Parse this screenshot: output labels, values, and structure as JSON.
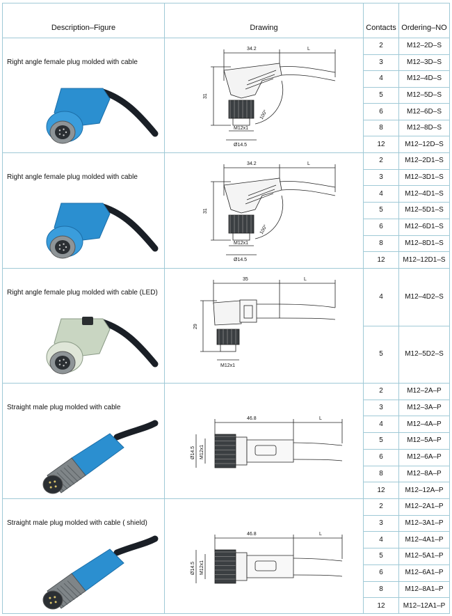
{
  "header": {
    "description": "Description–Figure",
    "drawing": "Drawing",
    "contacts": "Contacts",
    "ordering": "Ordering–NO"
  },
  "colors": {
    "grid": "#9fc9d6",
    "plug_blue": "#2b8fd0",
    "cable": "#1a1f26",
    "metal": "#8e9497",
    "led_body": "#c9d6c2"
  },
  "sections": [
    {
      "description": "Right angle female plug molded with cable",
      "photo_icon": "right-angle-female-plug-photo",
      "dims": {
        "length": "34.2",
        "cable": "L",
        "height": "31",
        "angle": "100°",
        "thread": "M12x1",
        "diameter": "Ø14.5"
      },
      "rows": [
        {
          "contacts": "2",
          "ordering": "M12–2D–S"
        },
        {
          "contacts": "3",
          "ordering": "M12–3D–S"
        },
        {
          "contacts": "4",
          "ordering": "M12–4D–S"
        },
        {
          "contacts": "5",
          "ordering": "M12–5D–S"
        },
        {
          "contacts": "6",
          "ordering": "M12–6D–S"
        },
        {
          "contacts": "8",
          "ordering": "M12–8D–S"
        },
        {
          "contacts": "12",
          "ordering": "M12–12D–S"
        }
      ]
    },
    {
      "description": "Right angle female plug  molded with cable",
      "photo_icon": "right-angle-female-plug-photo",
      "dims": {
        "length": "34.2",
        "cable": "L",
        "height": "31",
        "angle": "100°",
        "thread": "M12x1",
        "diameter": "Ø14.5"
      },
      "rows": [
        {
          "contacts": "2",
          "ordering": "M12–2D1–S"
        },
        {
          "contacts": "3",
          "ordering": "M12–3D1–S"
        },
        {
          "contacts": "4",
          "ordering": "M12–4D1–S"
        },
        {
          "contacts": "5",
          "ordering": "M12–5D1–S"
        },
        {
          "contacts": "6",
          "ordering": "M12–6D1–S"
        },
        {
          "contacts": "8",
          "ordering": "M12–8D1–S"
        },
        {
          "contacts": "12",
          "ordering": "M12–12D1–S"
        }
      ]
    },
    {
      "description": "Right angle female plug molded with cable (LED)",
      "photo_icon": "led-female-plug-photo",
      "dims": {
        "length": "35",
        "cable": "L",
        "height": "29",
        "thread": "M12x1"
      },
      "rows": [
        {
          "contacts": "4",
          "ordering": "M12–4D2–S"
        },
        {
          "contacts": "5",
          "ordering": "M12–5D2–S"
        }
      ]
    },
    {
      "description": "Straight  male plug molded with cable",
      "photo_icon": "straight-male-plug-photo",
      "dims": {
        "length": "46.8",
        "cable": "L",
        "diameter": "Ø14.5",
        "thread": "M12x1"
      },
      "rows": [
        {
          "contacts": "2",
          "ordering": "M12–2A–P"
        },
        {
          "contacts": "3",
          "ordering": "M12–3A–P"
        },
        {
          "contacts": "4",
          "ordering": "M12–4A–P"
        },
        {
          "contacts": "5",
          "ordering": "M12–5A–P"
        },
        {
          "contacts": "6",
          "ordering": "M12–6A–P"
        },
        {
          "contacts": "8",
          "ordering": "M12–8A–P"
        },
        {
          "contacts": "12",
          "ordering": "M12–12A–P"
        }
      ]
    },
    {
      "description": "Straight male plug molded with cable ( shield)",
      "photo_icon": "straight-male-plug-photo",
      "dims": {
        "length": "46.8",
        "cable": "L",
        "diameter": "Ø14.5",
        "thread": "M12x1"
      },
      "rows": [
        {
          "contacts": "2",
          "ordering": "M12–2A1–P"
        },
        {
          "contacts": "3",
          "ordering": "M12–3A1–P"
        },
        {
          "contacts": "4",
          "ordering": "M12–4A1–P"
        },
        {
          "contacts": "5",
          "ordering": "M12–5A1–P"
        },
        {
          "contacts": "6",
          "ordering": "M12–6A1–P"
        },
        {
          "contacts": "8",
          "ordering": "M12–8A1–P"
        },
        {
          "contacts": "12",
          "ordering": "M12–12A1–P"
        }
      ]
    }
  ]
}
